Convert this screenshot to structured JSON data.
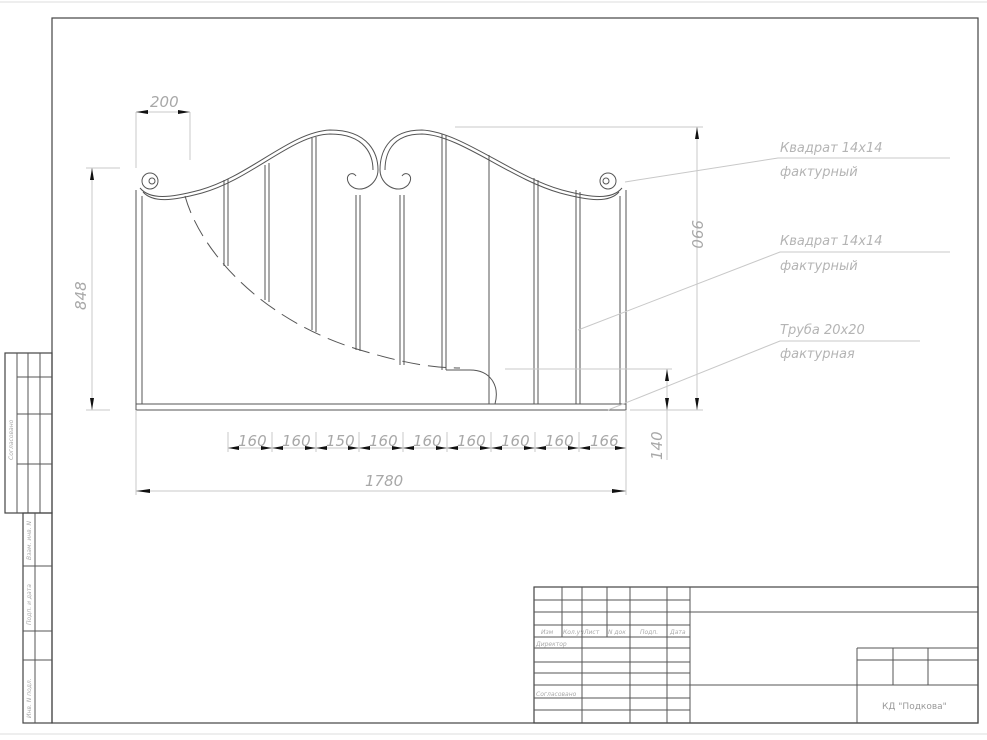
{
  "dimensions": {
    "top_offset": "200",
    "height_left": "848",
    "height_total": "990",
    "bottom_offset": "140",
    "spacings": [
      "160",
      "160",
      "150",
      "160",
      "160",
      "160",
      "160",
      "160",
      "166"
    ],
    "total_width": "1780"
  },
  "callouts": [
    {
      "line1": "Квадрат  14х14",
      "line2": "фактурный"
    },
    {
      "line1": "Квадрат  14х14",
      "line2": "фактурный"
    },
    {
      "line1": "Труба  20х20",
      "line2": "фактурная"
    }
  ],
  "title_block": {
    "headers": [
      "Изм",
      "Кол.уч",
      "Лист",
      "N док",
      "Подп.",
      "Дата"
    ],
    "director": "Директор",
    "approved": "Согласовано",
    "company": "КД \"Подкова\""
  },
  "side_strip": {
    "approved": "Согласовано",
    "replaced_inv": "Взам. инв. N",
    "sign_date": "Подп. и дата",
    "inv_orig": "Инв. N подл."
  }
}
